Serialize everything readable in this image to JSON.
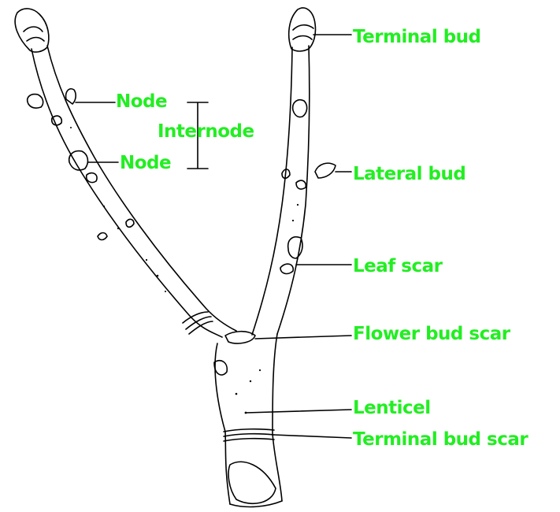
{
  "diagram": {
    "label_color": "#22ee22",
    "line_color": "#000000",
    "labels": {
      "terminal_bud": "Terminal bud",
      "node_top": "Node",
      "internode": "Internode",
      "node_bottom": "Node",
      "lateral_bud": "Lateral bud",
      "leaf_scar": "Leaf scar",
      "flower_bud_scar": "Flower bud scar",
      "lenticel": "Lenticel",
      "terminal_bud_scar": "Terminal bud scar"
    }
  }
}
